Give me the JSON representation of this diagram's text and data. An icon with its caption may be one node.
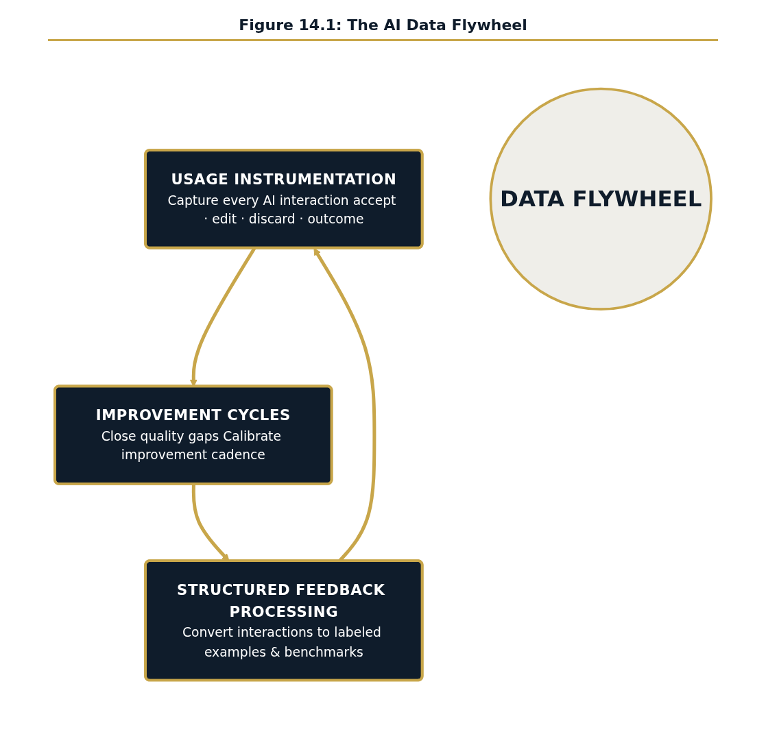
{
  "diagram": {
    "title": "Figure 14.1: The AI Data Flywheel",
    "nodes": [
      {
        "text": [
          "USAGE INSTRUMENTATION",
          "Capture every AI interaction accept · edit · discard · outcome"
        ]
      },
      {
        "text": [
          "DATA FLYWHEEL"
        ]
      },
      {
        "text": [
          "STRUCTURED FEEDBACK PROCESSING",
          "Convert interactions to labeled examples & benchmarks"
        ]
      },
      {
        "text": [
          "IMPROVEMENT CYCLES",
          "Close quality gaps Calibrate improvement cadence"
        ]
      }
    ],
    "edges": [
      {
        "from": 0,
        "to": 3,
        "arrow": "to"
      },
      {
        "from": 3,
        "to": 2,
        "arrow": "to"
      },
      {
        "from": 2,
        "to": 0,
        "arrow": "to"
      }
    ]
  }
}
